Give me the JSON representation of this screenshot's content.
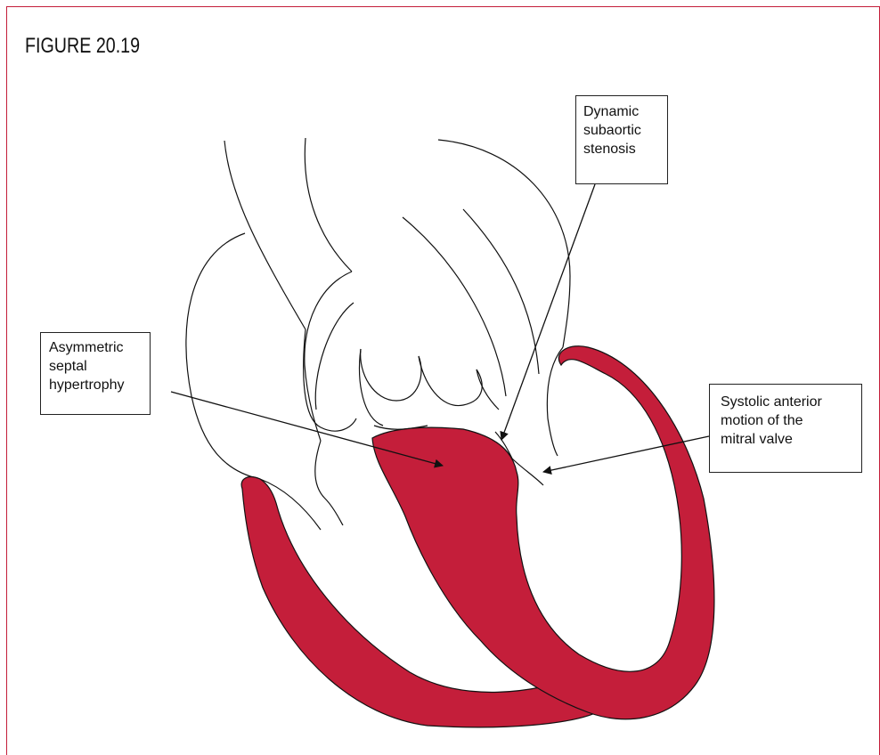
{
  "figure": {
    "title": "FIGURE 20.19"
  },
  "labels": {
    "dynamic_subaortic_stenosis": [
      "Dynamic",
      "subaortic",
      "stenosis"
    ],
    "asymmetric_septal_hypertrophy": [
      "Asymmetric",
      "septal",
      "hypertrophy"
    ],
    "systolic_anterior_motion": [
      "Systolic anterior",
      "motion of the",
      "mitral valve"
    ]
  },
  "colors": {
    "frame": "#c41e3a",
    "myocardium": "#c41e3a",
    "outline": "#111111"
  }
}
